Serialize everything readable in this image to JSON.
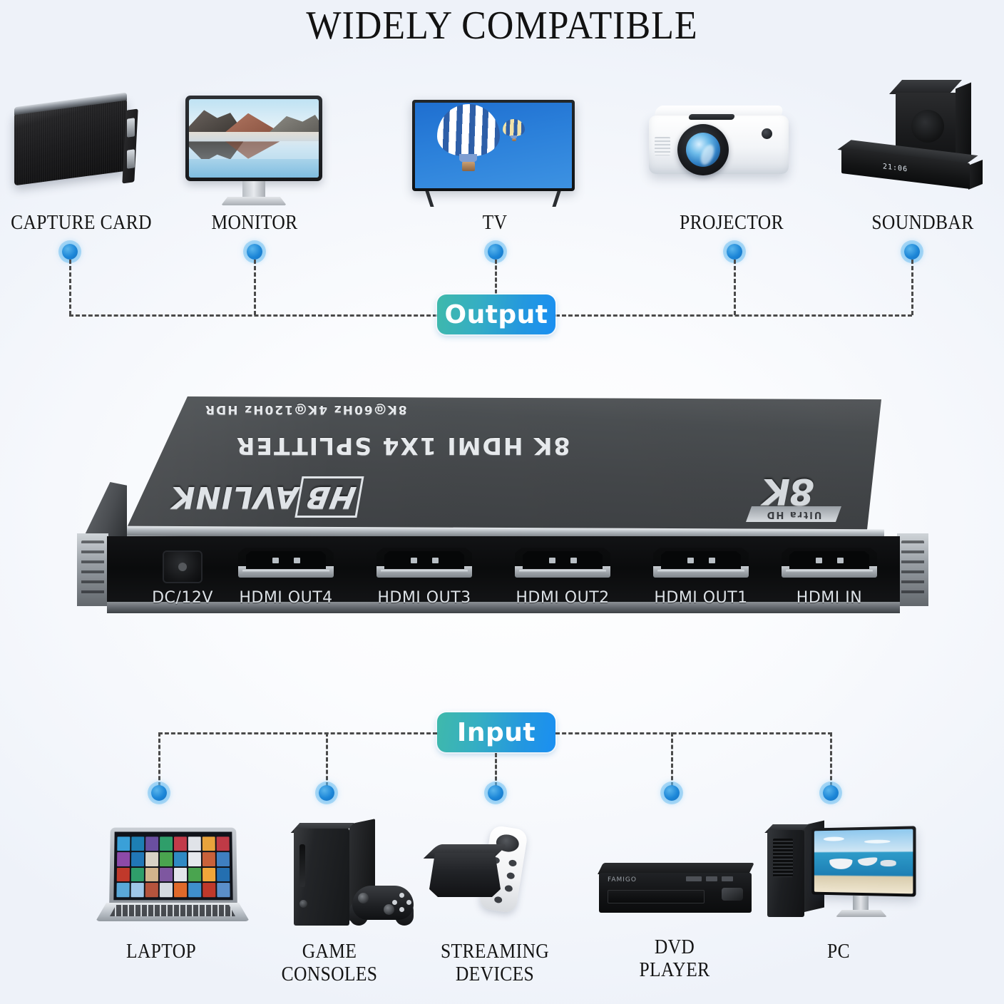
{
  "page": {
    "title": "WIDELY COMPATIBLE"
  },
  "colors": {
    "badge_start": "#3fb9ab",
    "badge_end": "#1a8ff2",
    "dot": "#1d87d8",
    "dash_line": "#4a4a4a",
    "text": "#141414"
  },
  "output_section": {
    "badge_label": "Output",
    "devices": [
      {
        "label": "CAPTURE CARD",
        "icon": "capture-card-icon"
      },
      {
        "label": "MONITOR",
        "icon": "monitor-icon"
      },
      {
        "label": "TV",
        "icon": "tv-icon"
      },
      {
        "label": "PROJECTOR",
        "icon": "projector-icon"
      },
      {
        "label": "SOUNDBAR",
        "icon": "soundbar-icon"
      }
    ]
  },
  "input_section": {
    "badge_label": "Input",
    "devices": [
      {
        "label": "LAPTOP",
        "icon": "laptop-icon"
      },
      {
        "label": "GAME\nCONSOLES",
        "icon": "game-console-icon"
      },
      {
        "label": "STREAMING\nDEVICES",
        "icon": "streaming-device-icon"
      },
      {
        "label": "DVD\nPLAYER",
        "icon": "dvd-player-icon"
      },
      {
        "label": "PC",
        "icon": "desktop-pc-icon"
      }
    ]
  },
  "splitter": {
    "brand": "HBAVLINK",
    "brand_boxed": "HB",
    "brand_rest": "AVLINK",
    "model_text": "8K HDMI 1X4 SPLITTER",
    "spec_text": "8K@60Hz 4K@120Hz HDR",
    "badge_big": "8K",
    "badge_small": "Ultra HD",
    "ports": [
      {
        "label": "DC/12V",
        "type": "dc-power-jack"
      },
      {
        "label": "HDMI OUT4",
        "type": "hdmi-port"
      },
      {
        "label": "HDMI OUT3",
        "type": "hdmi-port"
      },
      {
        "label": "HDMI OUT2",
        "type": "hdmi-port"
      },
      {
        "label": "HDMI OUT1",
        "type": "hdmi-port"
      },
      {
        "label": "HDMI IN",
        "type": "hdmi-port"
      }
    ]
  },
  "soundbar": {
    "display_text": "21:06"
  }
}
